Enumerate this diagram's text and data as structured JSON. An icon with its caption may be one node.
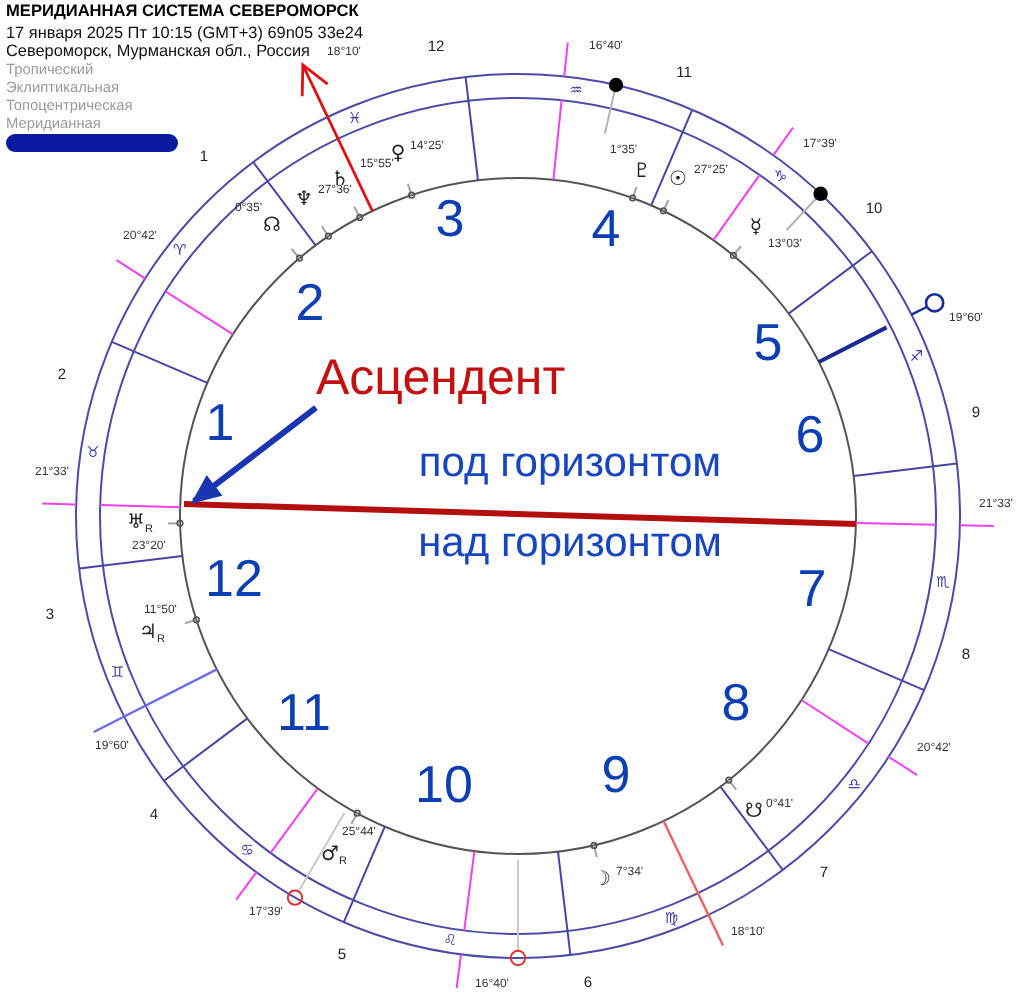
{
  "diagram": {
    "title": "МЕРИДИАННАЯ СИСТЕМА СЕВЕРОМОРСК",
    "nodes": [
      {
        "text": [
          "Асцендент"
        ]
      },
      {
        "text": [],
        "shape": "line",
        "beside": [
          "под горизонтом",
          "над горизонтом"
        ]
      }
    ],
    "edges": [
      {
        "from": 0,
        "to": 1,
        "arrow": "to"
      }
    ],
    "labels": [
      "17 января 2025 Пт 10:15 (GMT+3) 69n05 33e24",
      "Североморск, Мурманская обл., Россия",
      "Тропический",
      "Эклиптикальная",
      "Топоцентрическая",
      "Меридианная",
      "18°10'",
      "12",
      "16°40'",
      "11",
      "♒",
      "♓",
      "17°39'",
      "1",
      "♀",
      "14°25'",
      "♄",
      "15°55'",
      "♑",
      "♇",
      "1°35'",
      "☉",
      "27°25'",
      "10",
      "♆",
      "27°36'",
      "☊",
      "0°35'",
      "☿",
      "13°03'",
      "3",
      "4",
      "20°42'",
      "♈",
      "2",
      "5",
      "19°60'",
      "♐",
      "2",
      "9",
      "1",
      "6",
      "♉",
      "21°33'",
      "21°33'",
      "♅$_{R}$",
      "23°20'",
      "12",
      "♏",
      "7",
      "3",
      "♃$_{R}$",
      "11°50'",
      "8",
      "♊",
      "11",
      "8",
      "19°60'",
      "20°42'",
      "10",
      "9",
      "♎",
      "4",
      "☋",
      "0°41'",
      "♋",
      "♂$_{R}$",
      "25°44'",
      "☽",
      "7°34'",
      "7",
      "17°39'",
      "♍",
      "♌",
      "18°10'",
      "5",
      "16°40'",
      "6"
    ]
  }
}
